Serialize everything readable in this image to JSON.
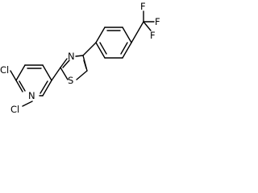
{
  "structure": {
    "atoms": {
      "cl_top": "Cl",
      "cl_bottom": "Cl",
      "n_pyridine": "N",
      "n_thiazole": "N",
      "s_thiazole": "S",
      "f_1": "F",
      "f_2": "F",
      "f_3": "F"
    },
    "colors": {
      "bond": "#000000",
      "label": "#000000",
      "background": "#ffffff"
    }
  }
}
